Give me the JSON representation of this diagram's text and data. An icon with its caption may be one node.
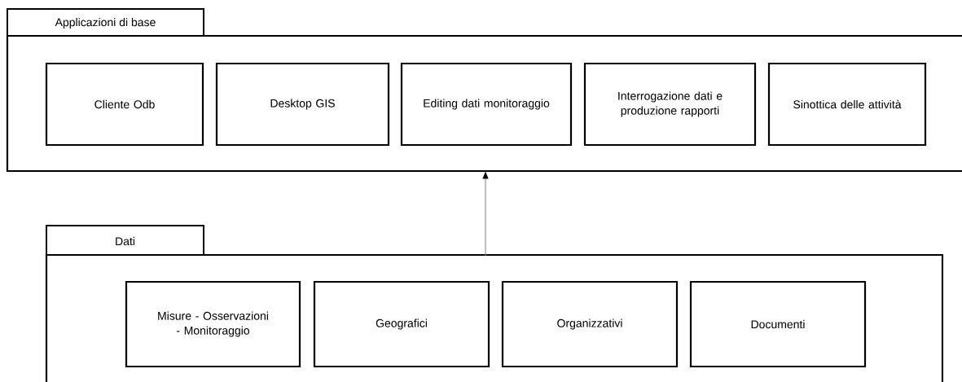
{
  "diagram": {
    "nodes": [
      {
        "text": [
          "Applicazioni di base"
        ]
      },
      {
        "text": [
          "Cliente Odb"
        ],
        "in": 0
      },
      {
        "text": [
          "Desktop GIS"
        ],
        "in": 0
      },
      {
        "text": [
          "Editing dati monitoraggio"
        ],
        "in": 0
      },
      {
        "text": [
          "Interrogazione dati e produzione rapporti"
        ],
        "in": 0
      },
      {
        "text": [
          "Sinottica delle attività"
        ],
        "in": 0
      },
      {
        "text": [
          "Dati"
        ]
      },
      {
        "text": [
          "Misure - Osservazioni - Monitoraggio"
        ],
        "in": 6
      },
      {
        "text": [
          "Geografici"
        ],
        "in": 6
      },
      {
        "text": [
          "Organizzativi"
        ],
        "in": 6
      },
      {
        "text": [
          "Documenti"
        ],
        "in": 6
      }
    ],
    "edges": [
      {
        "from": 6,
        "to": 0,
        "arrow": "to"
      }
    ]
  }
}
